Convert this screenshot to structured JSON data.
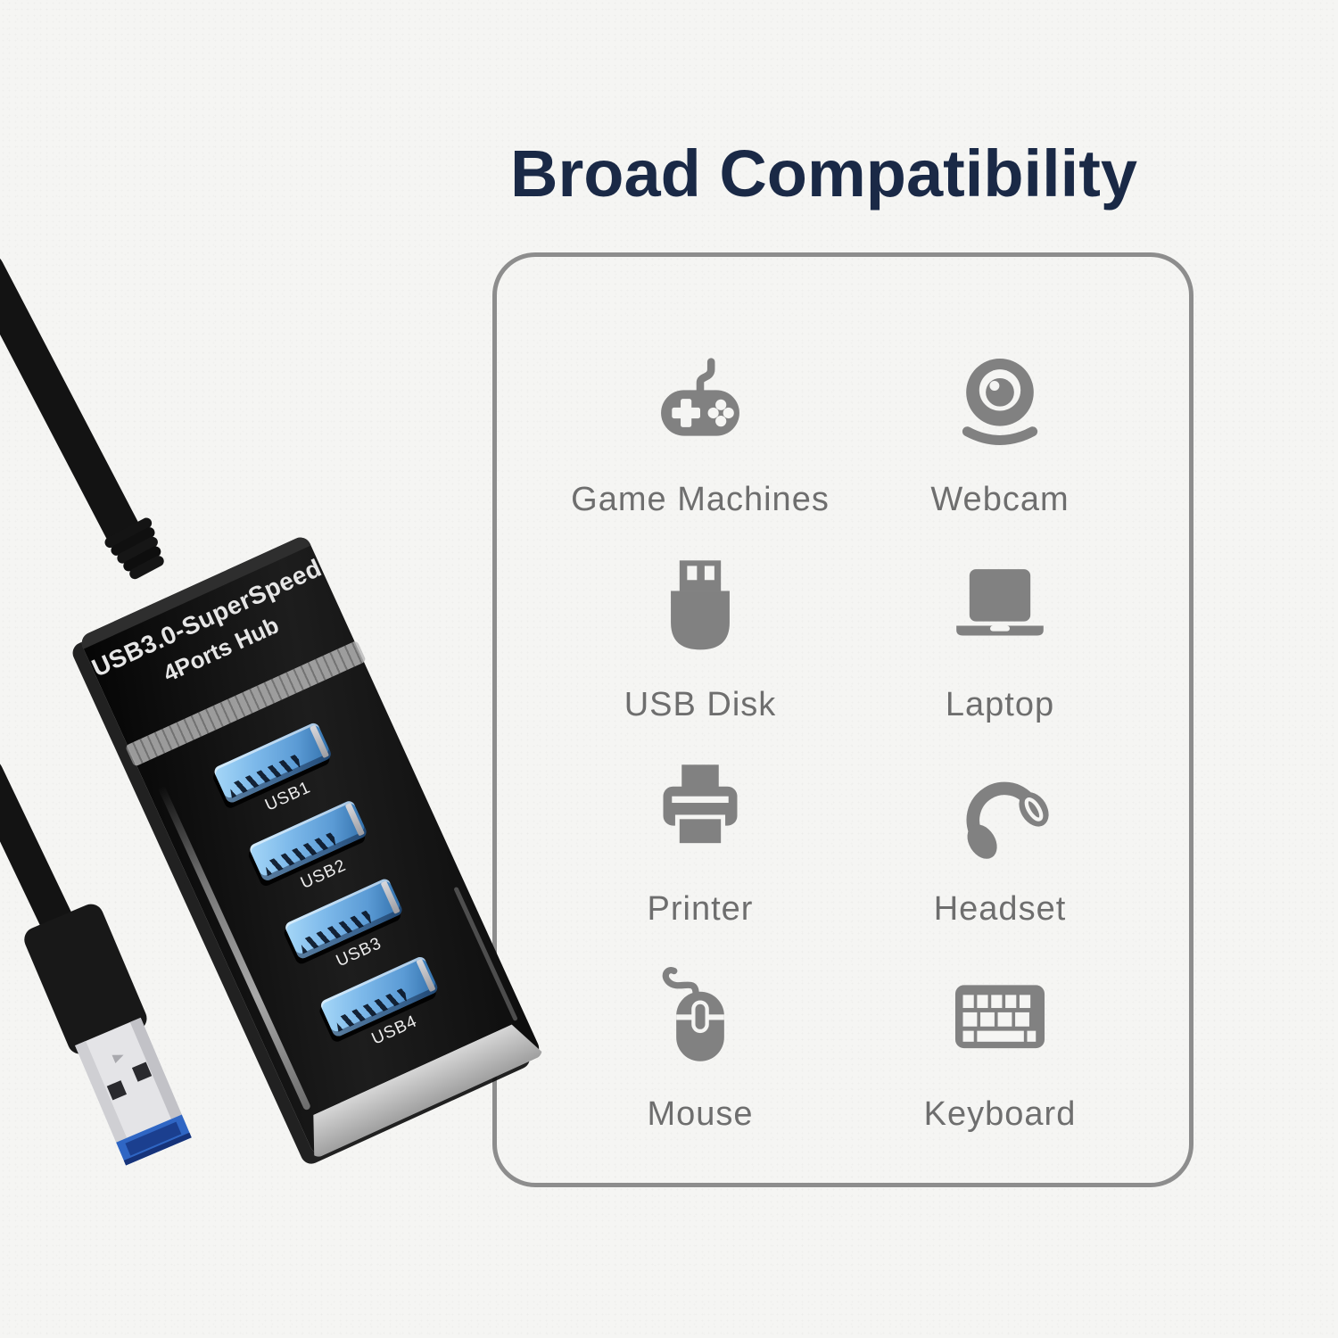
{
  "title": "Broad Compatibility",
  "panel": {
    "items": [
      {
        "label": "Game Machines",
        "icon": "gamepad-icon"
      },
      {
        "label": "Webcam",
        "icon": "webcam-icon"
      },
      {
        "label": "USB Disk",
        "icon": "usb-disk-icon"
      },
      {
        "label": "Laptop",
        "icon": "laptop-icon"
      },
      {
        "label": "Printer",
        "icon": "printer-icon"
      },
      {
        "label": "Headset",
        "icon": "headset-icon"
      },
      {
        "label": "Mouse",
        "icon": "mouse-icon"
      },
      {
        "label": "Keyboard",
        "icon": "keyboard-icon"
      }
    ]
  },
  "product": {
    "line1": "USB3.0-SuperSpeed",
    "line2": "4Ports Hub",
    "ports": [
      "USB1",
      "USB2",
      "USB3",
      "USB4"
    ]
  },
  "colors": {
    "title": "#1a2946",
    "panel_border": "#8d8d8d",
    "icon_gray": "#818181",
    "label_gray": "#6e6e6e",
    "hub_black": "#111111",
    "port_blue": "#5b9bd5",
    "connector_blue": "#2f66c4",
    "background": "#f5f5f3"
  }
}
